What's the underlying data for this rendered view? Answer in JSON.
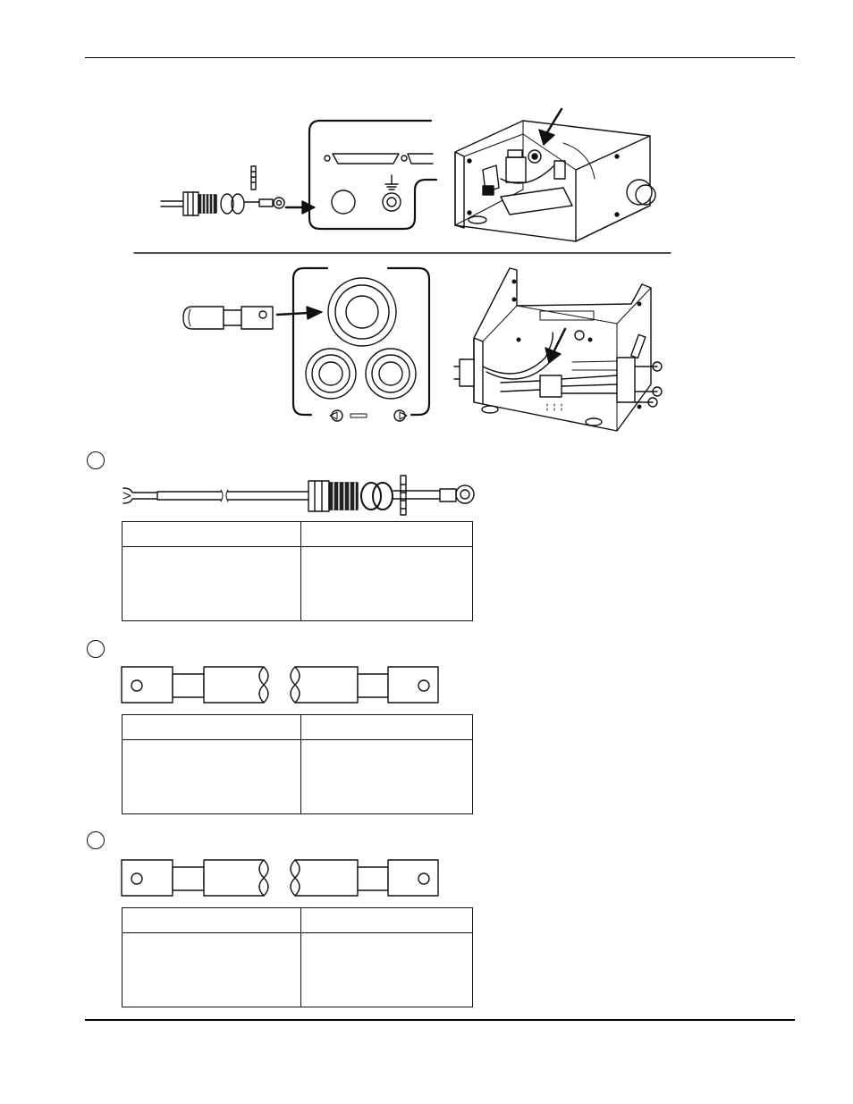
{
  "page": {
    "header_rule": true,
    "footer_rule": true
  },
  "figure": {
    "ground_symbol_icon": "ground-symbol-icon",
    "arrow_icon": "arrow-right-icon"
  },
  "sections": [
    {
      "id": "a",
      "marker": "",
      "cable_type": "ground-cable",
      "table": {
        "headers": [
          "",
          ""
        ],
        "rows": [
          [
            "",
            ""
          ]
        ]
      }
    },
    {
      "id": "b",
      "marker": "",
      "cable_type": "power-lead",
      "table": {
        "headers": [
          "",
          ""
        ],
        "rows": [
          [
            "",
            ""
          ]
        ]
      }
    },
    {
      "id": "c",
      "marker": "",
      "cable_type": "power-lead",
      "table": {
        "headers": [
          "",
          ""
        ],
        "rows": [
          [
            "",
            ""
          ]
        ]
      }
    }
  ],
  "colors": {
    "line": "#111111",
    "background": "#ffffff",
    "shade": "#d8d8d8"
  }
}
